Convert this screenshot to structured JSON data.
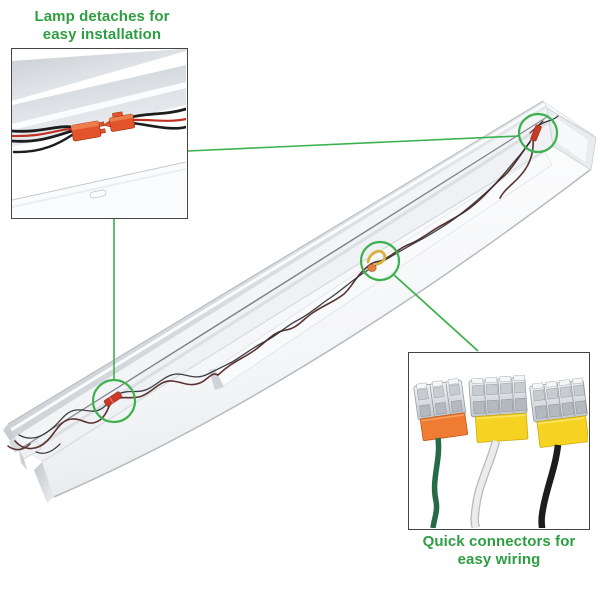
{
  "annotations": {
    "lamp_callout": {
      "line1": "Lamp detaches for",
      "line2": "easy installation"
    },
    "wiring_callout": {
      "line1": "Quick connectors for",
      "line2": "easy wiring"
    }
  },
  "colors": {
    "background": "#ffffff",
    "callout_text": "#2f9e43",
    "annotation_green": "#3bb14e",
    "inset_border": "#454545",
    "connector_red": "#e4542c",
    "quick_connector_orange": "#ef7c33",
    "quick_connector_yellow": "#f6d322",
    "wire_green": "#256b46",
    "wire_white": "#ececec",
    "wire_black": "#1c1c1e",
    "fixture_wire_red": "#5a3330",
    "fixture_wire_dark": "#2b2b2d"
  }
}
